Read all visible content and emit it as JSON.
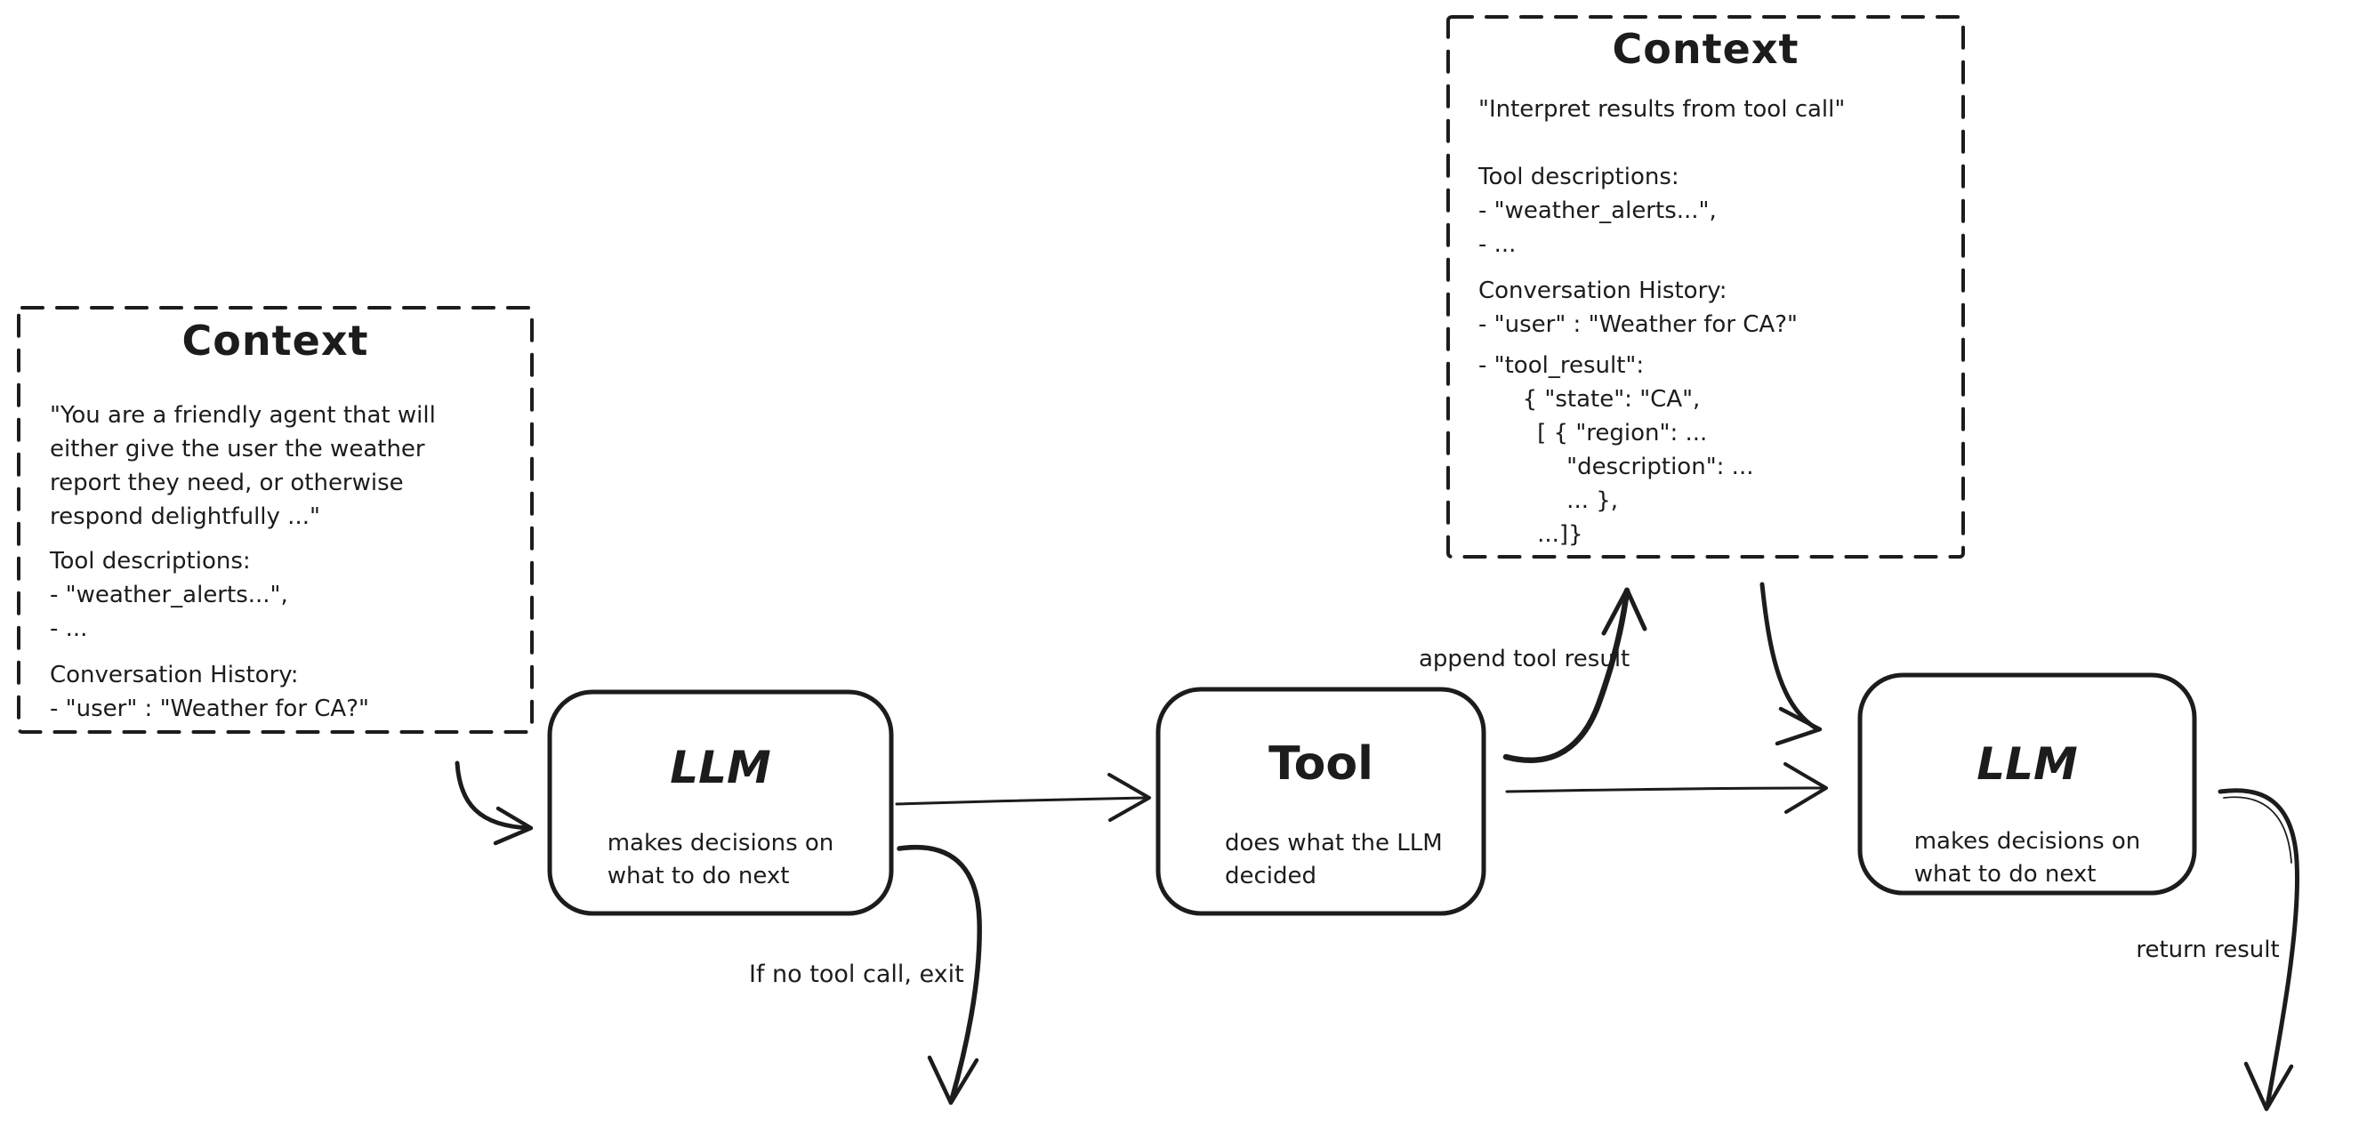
{
  "diagram": {
    "colors": {
      "ink": "#1c1c1c",
      "background": "#ffffff"
    },
    "context_left": {
      "title": "Context",
      "system_prompt_lines": [
        "\"You are a friendly agent that will",
        "either give the user the weather",
        "report they need, or otherwise",
        "respond delightfully ...\""
      ],
      "tool_desc_lines": [
        "Tool descriptions:",
        "- \"weather_alerts...\",",
        "- ..."
      ],
      "history_lines": [
        "Conversation History:",
        "- \"user\" : \"Weather for CA?\""
      ]
    },
    "context_top": {
      "title": "Context",
      "intro_line": "\"Interpret results from tool call\"",
      "tool_desc_lines": [
        "Tool descriptions:",
        "- \"weather_alerts...\",",
        "- ..."
      ],
      "history_lines": [
        "Conversation History:",
        "- \"user\" : \"Weather for CA?\""
      ],
      "tool_result_lines": [
        "- \"tool_result\":",
        "      { \"state\": \"CA\",",
        "        [ { \"region\": ...",
        "            \"description\": ...",
        "            ... },",
        "        ...]}"
      ]
    },
    "llm1": {
      "title": "LLM",
      "subtitle_lines": [
        "makes decisions on",
        "what to do next"
      ]
    },
    "tool": {
      "title": "Tool",
      "subtitle_lines": [
        "does what the LLM",
        "decided"
      ]
    },
    "llm2": {
      "title": "LLM",
      "subtitle_lines": [
        "makes decisions on",
        "what to do next"
      ]
    },
    "labels": {
      "append_tool_result": "append tool result",
      "if_no_tool_call_exit": "If no tool call, exit",
      "return_result": "return result"
    }
  }
}
